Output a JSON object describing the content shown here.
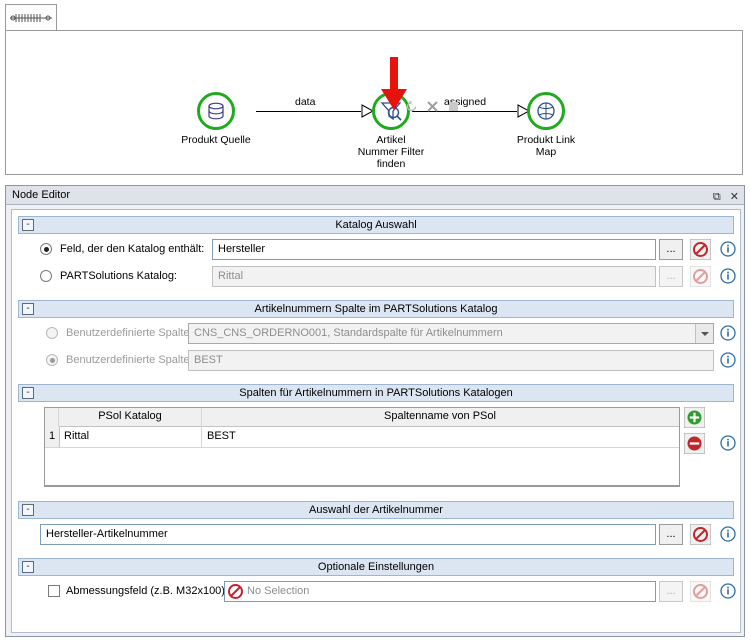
{
  "canvas": {
    "nodes": [
      {
        "name": "node-produkt-quelle",
        "label": "Produkt Quelle",
        "icon": "database-icon"
      },
      {
        "name": "node-artikel-nummer-filter-finden",
        "label": "Artikel\nNummer Filter\nfinden",
        "icon": "filter-search-icon"
      },
      {
        "name": "node-produkt-link-map",
        "label": "Produkt Link\nMap",
        "icon": "link-map-icon"
      }
    ],
    "edges": [
      {
        "name": "edge-data",
        "label": "data"
      },
      {
        "name": "edge-assigned",
        "label": "assigned"
      }
    ],
    "mini_toolbar": [
      "reset-icon",
      "close-icon",
      "stop-icon"
    ],
    "annotation": "red-down-arrow"
  },
  "panel": {
    "title": "Node Editor",
    "window_buttons": [
      "restore-icon",
      "close-icon"
    ]
  },
  "groups": {
    "katalog_auswahl": {
      "title": "Katalog Auswahl",
      "collapse": "-",
      "rows": [
        {
          "label": "Feld, der den Katalog enthält:",
          "selected": true,
          "value": "Hersteller",
          "placeholder": "",
          "browse_label": "...",
          "buttons": [
            "browse-button",
            "clear-button",
            "info-icon"
          ]
        },
        {
          "label": "PARTSolutions Katalog:",
          "selected": false,
          "value": "Rittal",
          "placeholder": "",
          "browse_label": "...",
          "buttons": [
            "browse-button",
            "clear-button",
            "info-icon"
          ]
        }
      ]
    },
    "artikelnummern_spalte": {
      "title": "Artikelnummern Spalte im PARTSolutions Katalog",
      "collapse": "-",
      "rows": [
        {
          "label": "Benutzerdefinierte Spalte:",
          "selected": false,
          "disabled": true,
          "value": "CNS_CNS_ORDERNO001, Standardspalte für Artikelnummern",
          "control": "combobox"
        },
        {
          "label": "Benutzerdefinierte Spalte:",
          "selected": true,
          "disabled": true,
          "value": "BEST",
          "control": "textbox"
        }
      ]
    },
    "spalten_fuer_artikelnummern": {
      "title": "Spalten für Artikelnummern in PARTSolutions Katalogen",
      "collapse": "-",
      "table": {
        "columns": [
          "PSol Katalog",
          "Spaltenname von PSol"
        ],
        "rows": [
          {
            "index": "1",
            "psol_katalog": "Rittal",
            "spaltenname": "BEST"
          }
        ]
      },
      "side_buttons": [
        "add-row-button",
        "remove-row-button",
        "info-icon"
      ]
    },
    "auswahl_der_artikelnummer": {
      "title": "Auswahl der Artikelnummer",
      "collapse": "-",
      "value": "Hersteller-Artikelnummer",
      "browse_label": "...",
      "buttons": [
        "browse-button",
        "clear-button",
        "info-icon"
      ]
    },
    "optionale_einstellungen": {
      "title": "Optionale Einstellungen",
      "collapse": "-",
      "row": {
        "label": "Abmessungsfeld (z.B. M32x100):",
        "checked": false,
        "value": "No Selection",
        "browse_label": "...",
        "buttons": [
          "browse-button",
          "clear-button",
          "info-icon"
        ]
      }
    }
  },
  "colors": {
    "node_ring": "#1faa1f",
    "group_header_bg": "#dce6f2",
    "panel_title_bg": "#dfe3e9",
    "annotation_red": "#e8120c",
    "forbidden_icon": "#c0272d",
    "add_icon": "#2e9e2e"
  }
}
